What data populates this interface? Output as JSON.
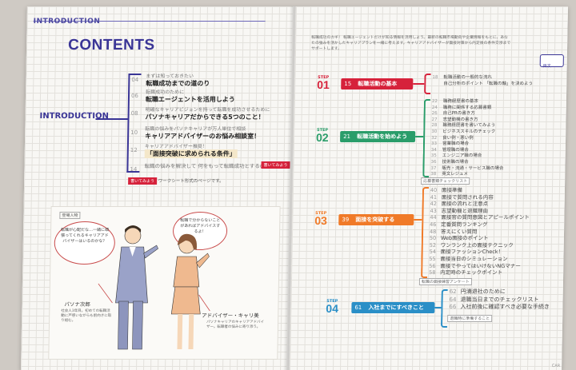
{
  "left": {
    "header": "INTRODUCTION",
    "title": "CONTENTS",
    "section_label": "INTRODUCTION",
    "items": [
      {
        "num": "04",
        "sub": "まずは知っておきたい",
        "main": "転職成功までの道のり",
        "hl": false
      },
      {
        "num": "06",
        "sub": "転職成功のために",
        "main": "転職エージェントを活用しよう",
        "hl": false
      },
      {
        "num": "08",
        "sub": "明確なキャリアビジョンを持って転職を成功させるために",
        "main": "パソナキャリアだからできる5つのこと！",
        "hl": false
      },
      {
        "num": "10",
        "sub": "転職の悩みをパソナキャリアが万人単位で相談",
        "main": "キャリアアドバイザーのお悩み相談室！",
        "hl": false
      },
      {
        "num": "12",
        "sub": "キャリアアドバイザー推奨！",
        "main": "「面接突破に求められる条件」",
        "hl": true
      },
      {
        "num": "14",
        "sub": "転職の悩みを解決して 何をもって転職成功とするのか",
        "main": "",
        "hl": false
      }
    ],
    "tag_note": "書いてみよう",
    "worksheet_note": "ワークシート形式のページです。",
    "illustration": {
      "title": "登場人物",
      "bubble_left": "転職が心配だな…一緒に頑張ってくれるキャリアアドバイザーはいるのかな？",
      "bubble_right": "転職で分からないことがあればアドバイスするよ！",
      "char_left_name": "パソナ次郎",
      "char_right_name": "アドバイザー・キャリ美",
      "char_left_desc": "社会人3年目。初めての転職活動に戸惑いながらも前向きに取り組む。",
      "char_right_desc": "パソナキャリアのキャリアアドバイザー。転職者の悩みに寄り添う。"
    }
  },
  "right": {
    "header_text": "転職成功のカギ！ 転職エージェントだけが知る情報を活用しよう。最新の転職市場動向や企業情報をもとに、あなたの強みを活かしたキャリアプランを一緒に考えます。キャリアアドバイザーが面接対策から内定後の条件交渉までサポートします。",
    "side_tab": "目次",
    "steps": [
      {
        "label": "STEP",
        "num": "01",
        "page": "15",
        "title": "転職活動の基本",
        "color": "#d6223b",
        "items": [
          {
            "n": "18",
            "t": "転職活動の一般的な流れ"
          },
          {
            "n": "",
            "t": "自己分析のポイント  「転職の軸」を決めよう"
          }
        ]
      },
      {
        "label": "STEP",
        "num": "02",
        "page": "21",
        "title": "転職活動を始めよう",
        "color": "#2a9d6a",
        "items": [
          {
            "n": "22",
            "t": "職務経歴書の基本"
          },
          {
            "n": "24",
            "t": "職務に関係する応募書類"
          },
          {
            "n": "26",
            "t": "自己PRの書き方"
          },
          {
            "n": "27",
            "t": "志望動機の書き方"
          },
          {
            "n": "28",
            "t": "職務経歴書を書いてみよう"
          },
          {
            "n": "30",
            "t": "ビジネススキルのチェック"
          },
          {
            "n": "32",
            "t": "良い例・悪い例"
          },
          {
            "n": "33",
            "t": "営業職の場合"
          },
          {
            "n": "34",
            "t": "管理職の場合"
          },
          {
            "n": "35",
            "t": "エンジニア職の場合"
          },
          {
            "n": "36",
            "t": "技術職の場合"
          },
          {
            "n": "37",
            "t": "販売・流通・サービス職の場合"
          },
          {
            "n": "38",
            "t": "英文レジュメ"
          }
        ],
        "extra": "応募書類チェックリスト"
      },
      {
        "label": "STEP",
        "num": "03",
        "page": "39",
        "title": "面接を突破する",
        "color": "#f07a28",
        "items": [
          {
            "n": "40",
            "t": "面接準備"
          },
          {
            "n": "41",
            "t": "面接で質問される内容"
          },
          {
            "n": "42",
            "t": "面接の流れと注意点"
          },
          {
            "n": "43",
            "t": "志望動機と退職理由"
          },
          {
            "n": "44",
            "t": "面接官の質問意図とアピールポイント"
          },
          {
            "n": "46",
            "t": "定番質問ランキング"
          },
          {
            "n": "48",
            "t": "答えにくい質問"
          },
          {
            "n": "50",
            "t": "Web面接のポイント"
          },
          {
            "n": "52",
            "t": "ワンランク上の面接テクニック"
          },
          {
            "n": "54",
            "t": "面接ファッションCheck！"
          },
          {
            "n": "55",
            "t": "面接当日のシミュレーション"
          },
          {
            "n": "56",
            "t": "面接でやってはいけないNGマナー"
          },
          {
            "n": "58",
            "t": "内定時のチェックポイント"
          }
        ],
        "extra": "転職の面接練習アンケート"
      },
      {
        "label": "STEP",
        "num": "04",
        "page": "61",
        "title": "入社までにすべきこと",
        "color": "#2a8fc7",
        "items": [
          {
            "n": "62",
            "t": "円満退社のために"
          },
          {
            "n": "64",
            "t": "退職当日までのチェックリスト"
          },
          {
            "n": "66",
            "t": "入社前後に確認すべき必要な手続き"
          }
        ],
        "extra": "退職時に準備すること"
      }
    ],
    "footer": "CAR"
  }
}
